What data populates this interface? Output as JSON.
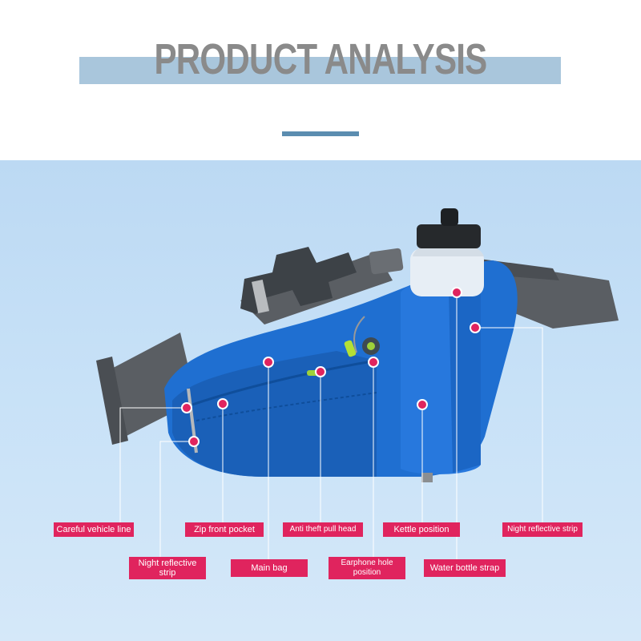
{
  "header": {
    "title": "PRODUCT ANALYSIS"
  },
  "colors": {
    "title_bar": "#a9c6dc",
    "title_text": "#8a8a8a",
    "underline": "#5b8db0",
    "background_panel": "#c7e1f7",
    "callout": "#e0245e",
    "bag": "#1f6fd1",
    "strap": "#5a5e63"
  },
  "callouts": {
    "careful_vehicle_line": "Careful vehicle line",
    "zip_front_pocket": "Zip front pocket",
    "anti_theft_pull_head": "Anti theft pull head",
    "kettle_position": "Kettle position",
    "night_reflective_strip_right": "Night reflective strip",
    "night_reflective_strip_left_line1": "Night reflective",
    "night_reflective_strip_left_line2": "strip",
    "main_bag": "Main bag",
    "earphone_hole_position_line1": "Earphone hole",
    "earphone_hole_position_line2": "position",
    "water_bottle_strap": "Water bottle strap"
  }
}
